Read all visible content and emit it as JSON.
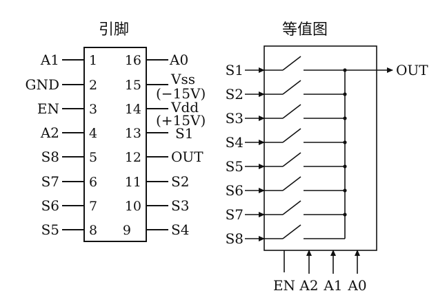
{
  "left": {
    "title": "引脚",
    "left_pins": [
      {
        "name": "A1",
        "num": "1"
      },
      {
        "name": "GND",
        "num": "2"
      },
      {
        "name": "EN",
        "num": "3"
      },
      {
        "name": "A2",
        "num": "4"
      },
      {
        "name": "S8",
        "num": "5"
      },
      {
        "name": "S7",
        "num": "6"
      },
      {
        "name": "S6",
        "num": "7"
      },
      {
        "name": "S5",
        "num": "8"
      }
    ],
    "right_pins": [
      {
        "num": "16",
        "name": "A0"
      },
      {
        "num": "15",
        "name": "Vss"
      },
      {
        "num": "14",
        "name": "Vdd"
      },
      {
        "num": "13",
        "name": "S1"
      },
      {
        "num": "12",
        "name": "OUT"
      },
      {
        "num": "11",
        "name": "S2"
      },
      {
        "num": "10",
        "name": "S3"
      },
      {
        "num": "9",
        "name": "S4"
      }
    ],
    "vss_note": "(−15V)",
    "vdd_note": "(+15V)"
  },
  "right": {
    "title": "等值图",
    "inputs": [
      "S1",
      "S2",
      "S3",
      "S4",
      "S5",
      "S6",
      "S7",
      "S8"
    ],
    "output": "OUT",
    "bottom": [
      "EN",
      "A2",
      "A1",
      "A0"
    ]
  }
}
